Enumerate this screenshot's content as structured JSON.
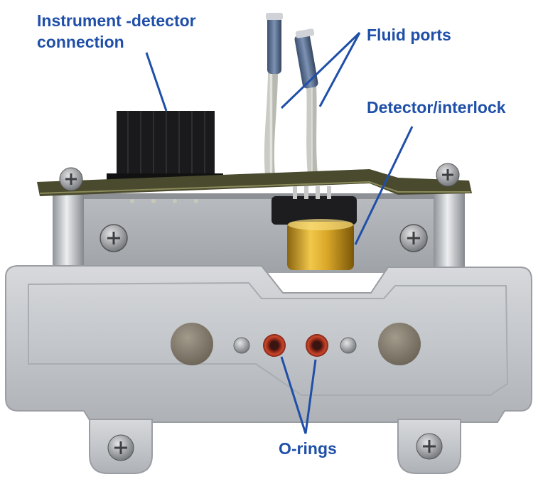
{
  "labels": {
    "instrument_line1": "Instrument -detector",
    "instrument_line2": "connection",
    "fluid_ports": "Fluid ports",
    "detector_interlock": "Detector/interlock",
    "o_rings": "O-rings"
  },
  "colors": {
    "label_text": "#1f4fa8",
    "pointer_lines": "#1f4fa8",
    "background": "#ffffff",
    "housing": "#c4c7cb",
    "circuit_board": "#4a4a2e",
    "o_ring": "#b83a24",
    "detector_cylinder": "#d2a11e"
  }
}
